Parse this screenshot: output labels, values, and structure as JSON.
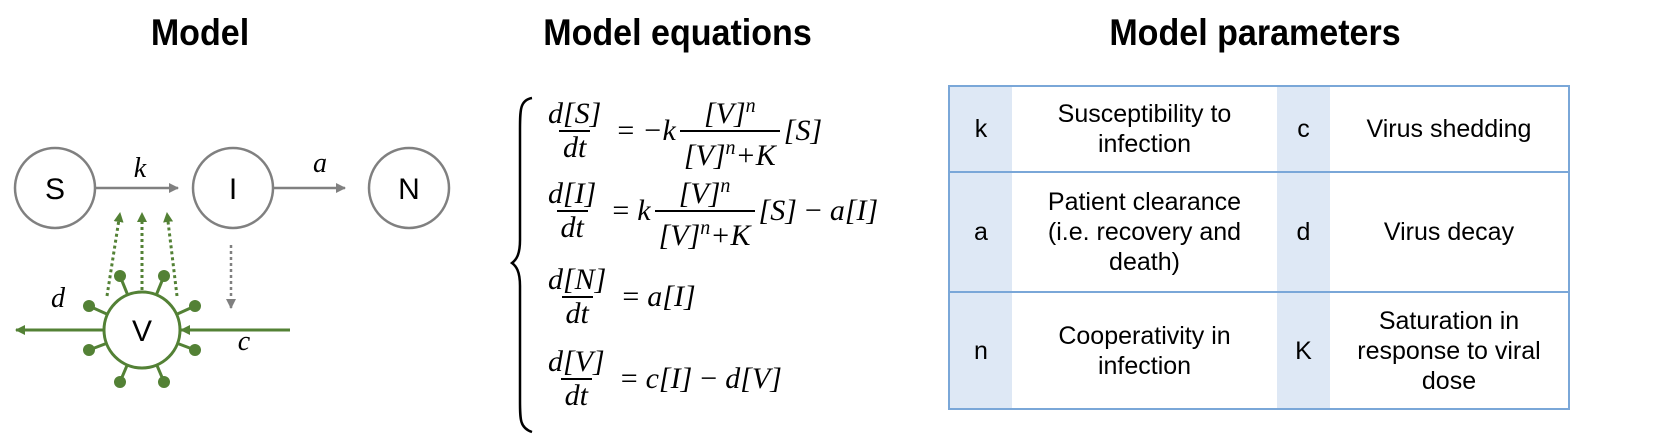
{
  "titles": {
    "model": "Model",
    "equations": "Model equations",
    "parameters": "Model parameters"
  },
  "diagram": {
    "nodes": [
      {
        "id": "S",
        "label": "S"
      },
      {
        "id": "I",
        "label": "I"
      },
      {
        "id": "N",
        "label": "N"
      },
      {
        "id": "V",
        "label": "V"
      }
    ],
    "edges": [
      {
        "from": "S",
        "to": "I",
        "label": "k"
      },
      {
        "from": "I",
        "to": "N",
        "label": "a"
      },
      {
        "from": "V",
        "to": "out",
        "label": "d"
      },
      {
        "from": "in",
        "to": "V",
        "label": "c"
      }
    ],
    "colors": {
      "gray": "#808080",
      "green": "#538135"
    }
  },
  "equations": [
    {
      "lhs_num": "d[S]",
      "lhs_den": "dt",
      "rhs": "= −k [V]^n/([V]^n+K) [S]"
    },
    {
      "lhs_num": "d[I]",
      "lhs_den": "dt",
      "rhs": "= k [V]^n/([V]^n+K) [S] − a[I]"
    },
    {
      "lhs_num": "d[N]",
      "lhs_den": "dt",
      "rhs": "= a[I]"
    },
    {
      "lhs_num": "d[V]",
      "lhs_den": "dt",
      "rhs": "= c[I] − d[V]"
    }
  ],
  "eqparts": {
    "dS": "d[S]",
    "dI": "d[I]",
    "dN": "d[N]",
    "dV": "d[V]",
    "dt": "dt",
    "eq": "=",
    "minus": "−",
    "k": "k",
    "Vn": "[V]",
    "n": "n",
    "plusK": "+K",
    "S": "[S]",
    "aI": "a[I]",
    "cI": "c[I]",
    "dVt": "d[V]",
    "a": "a[I]",
    "negk": "−k"
  },
  "parameters": {
    "rows": [
      [
        {
          "symbol": "k",
          "description": "Susceptibility to infection"
        },
        {
          "symbol": "c",
          "description": "Virus shedding"
        }
      ],
      [
        {
          "symbol": "a",
          "description": "Patient clearance (i.e. recovery and death)"
        },
        {
          "symbol": "d",
          "description": "Virus decay"
        }
      ],
      [
        {
          "symbol": "n",
          "description": "Cooperativity in infection"
        },
        {
          "symbol": "K",
          "description": "Saturation in response to viral dose"
        }
      ]
    ],
    "colors": {
      "border": "#7aa7d8",
      "symbol_bg": "#dee8f5"
    }
  }
}
